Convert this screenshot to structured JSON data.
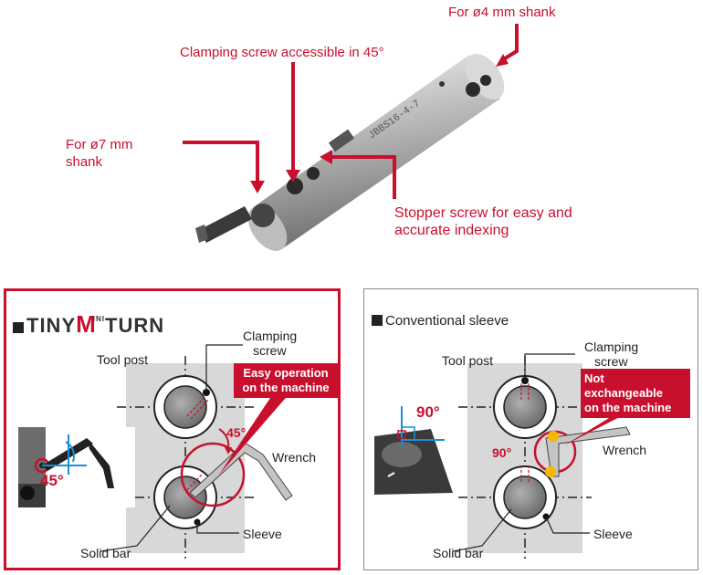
{
  "top": {
    "label_shank4": "For ø4 mm shank",
    "label_clamp45": "Clamping screw accessible in 45°",
    "label_shank7_line1": "For ø7 mm",
    "label_shank7_line2": "shank",
    "label_stopper_line1": "Stopper screw for easy and",
    "label_stopper_line2": "accurate indexing",
    "tool_engraving": "JBBS16-4-7"
  },
  "left_panel": {
    "brand_part1": "TINY",
    "brand_part2": "M",
    "brand_mini": "INI",
    "brand_part3": "TURN",
    "clamping_line1": "Clamping",
    "clamping_line2": "screw",
    "tool_post": "Tool post",
    "callout_line1": "Easy operation",
    "callout_line2": "on the machine",
    "angle_label": "45°",
    "wrench": "Wrench",
    "sleeve": "Sleeve",
    "solid_bar": "Solid bar",
    "inset_angle": "45°"
  },
  "right_panel": {
    "title": "Conventional sleeve",
    "clamping_line1": "Clamping",
    "clamping_line2": "screw",
    "tool_post": "Tool post",
    "callout_line1": "Not",
    "callout_line2": "exchangeable",
    "callout_line3": "on the machine",
    "angle_label": "90°",
    "wrench": "Wrench",
    "sleeve": "Sleeve",
    "solid_bar": "Solid bar",
    "inset_angle": "90°"
  },
  "colors": {
    "accent_red": "#c8102e",
    "gray_post": "#d8d8d8",
    "bar_gray": "#8a8a8a",
    "cyan_angle": "#1a8fd6"
  }
}
